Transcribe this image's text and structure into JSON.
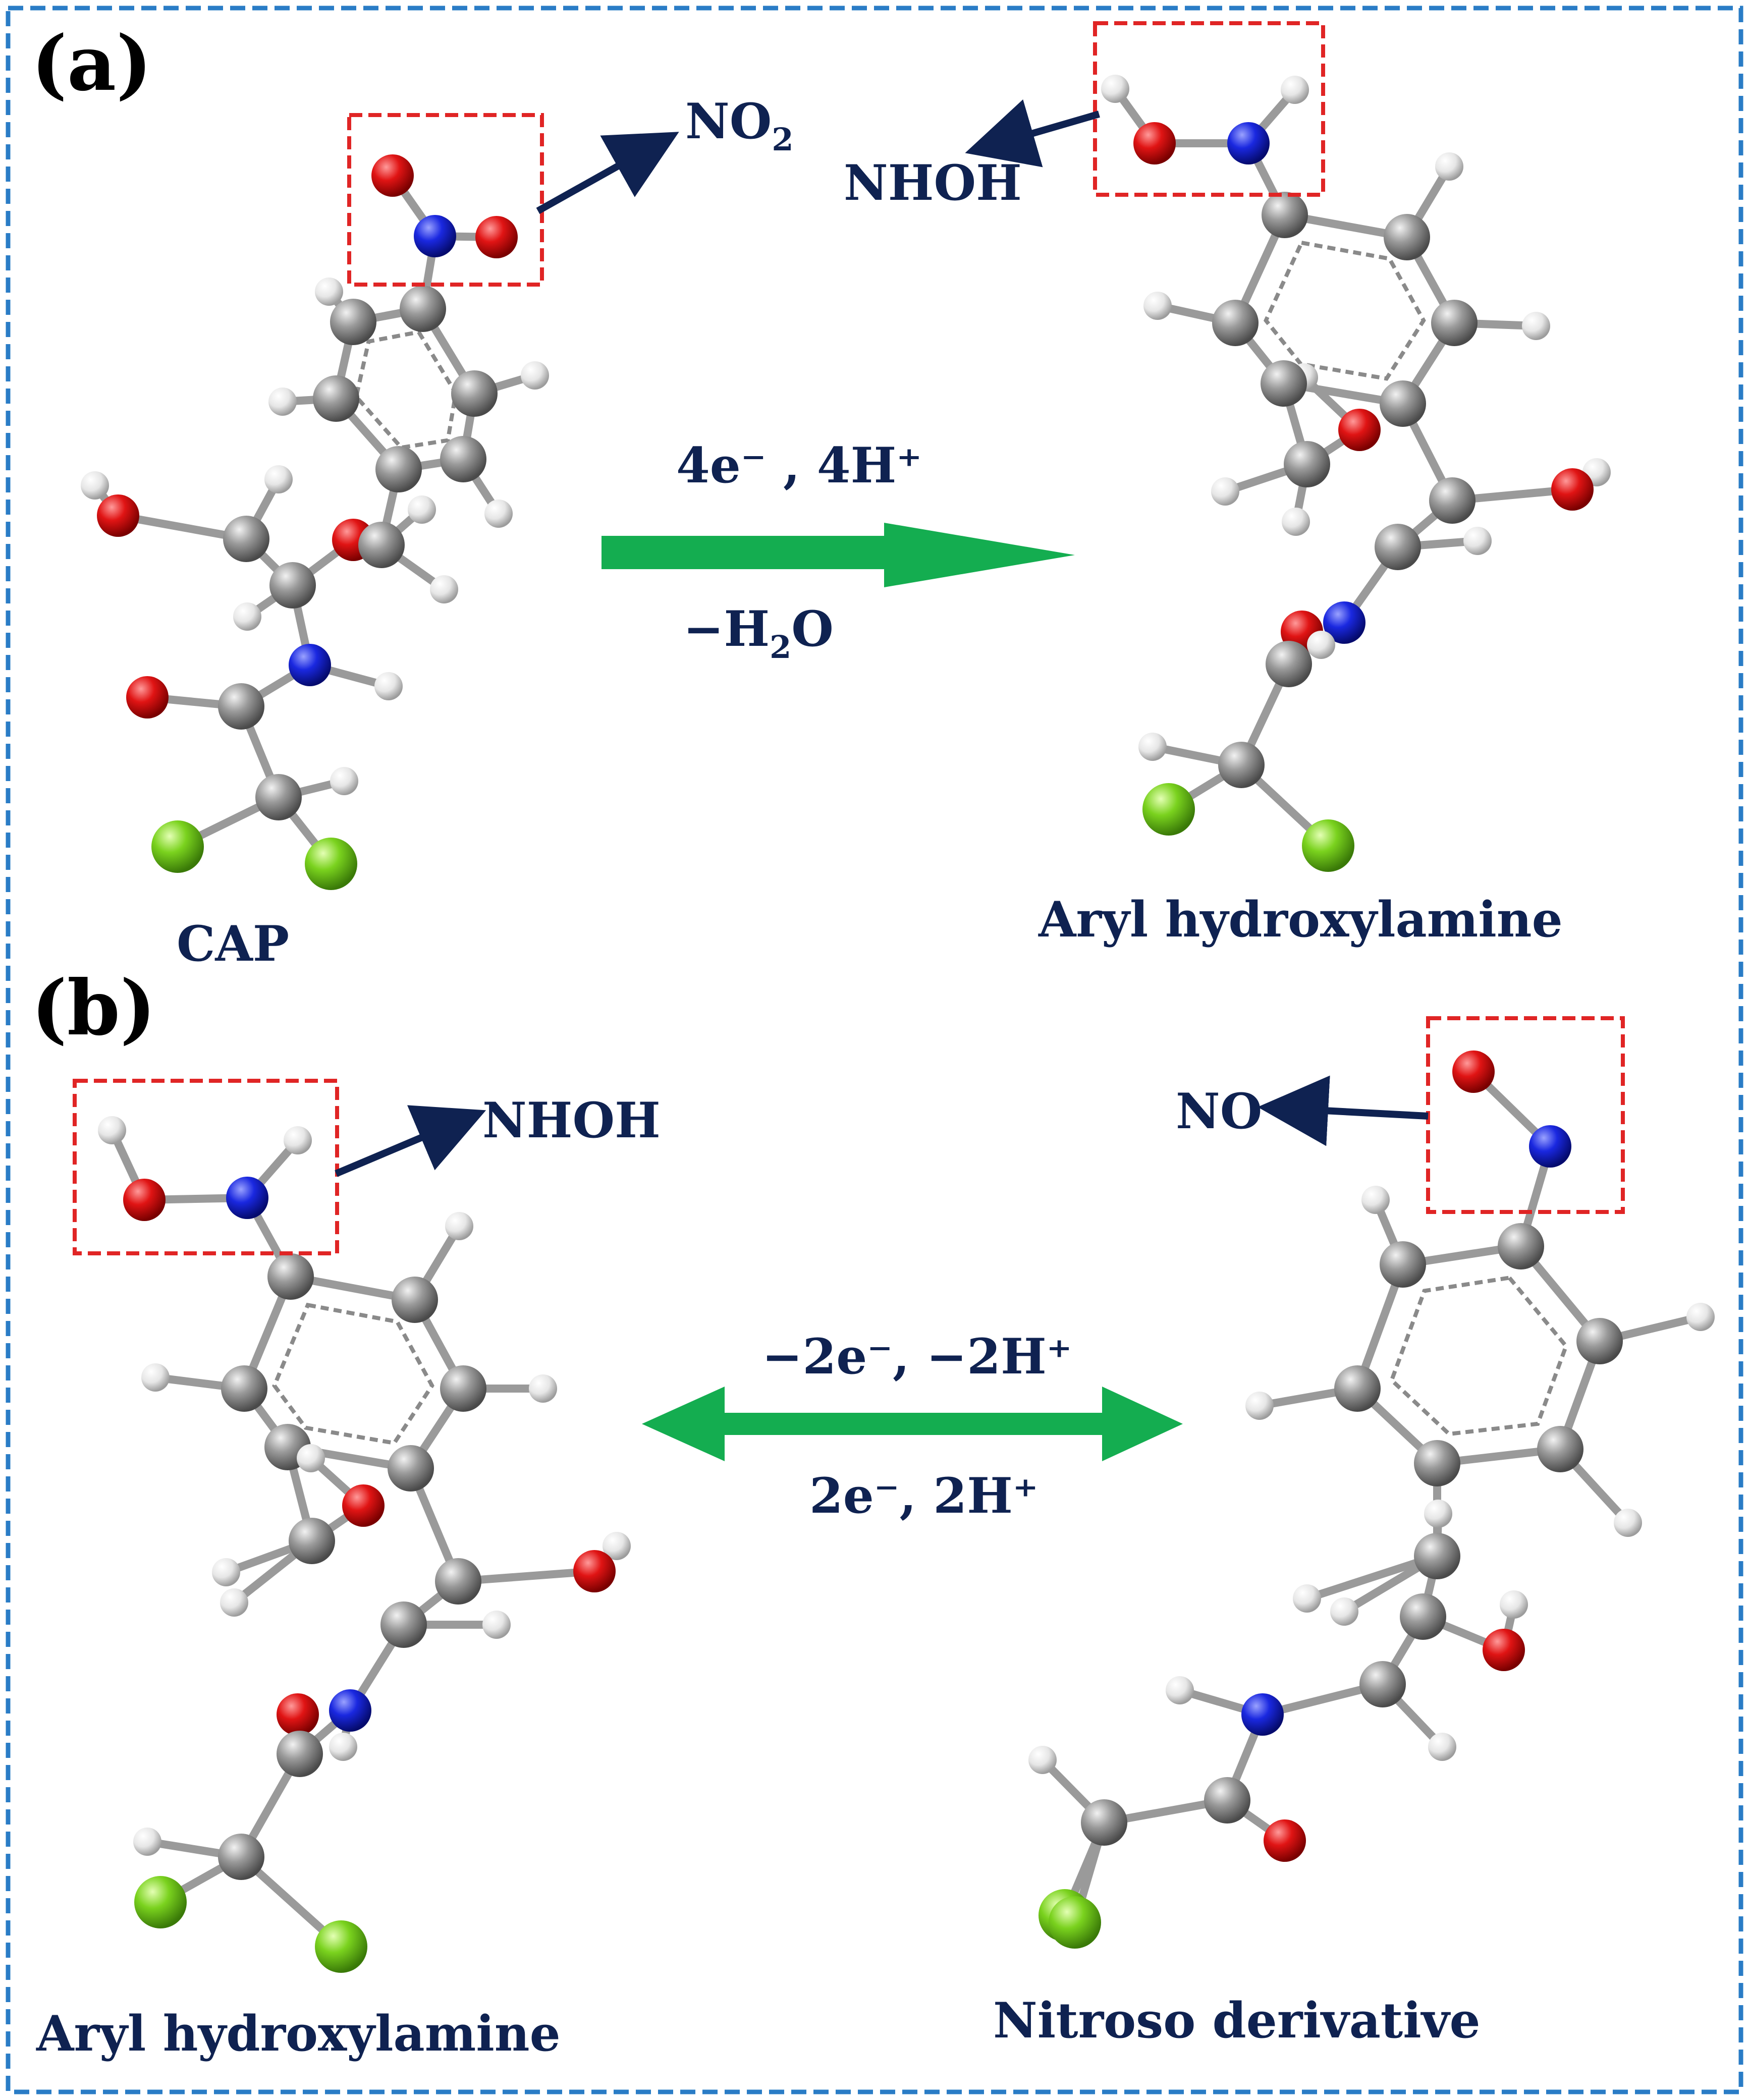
{
  "colors": {
    "frame": "#2a7cc6",
    "text": "#0f2251",
    "dark_arrow": "#0f2251",
    "green_arrow": "#14ad50",
    "highlight_box": "#e02525",
    "carbon": "#8c8c8c",
    "hydrogen": "#eeeeee",
    "oxygen": "#d81818",
    "nitrogen": "#1624d6",
    "chlorine": "#76cc1e",
    "bond": "#9a9a9a"
  },
  "panel_a": {
    "letter": "(a)",
    "reactant_label": "CAP",
    "product_label": "Aryl hydroxylamine",
    "group_left": "NO",
    "group_left_sub": "2",
    "group_right": "NHOH",
    "condition_top": "4e⁻ , 4H⁺",
    "condition_bottom_pre": "−H",
    "condition_bottom_sub": "2",
    "condition_bottom_post": "O"
  },
  "panel_b": {
    "letter": "(b)",
    "left_label": "Aryl hydroxylamine",
    "right_label": "Nitroso derivative",
    "group_left": "NHOH",
    "group_right": "NO",
    "condition_top": "−2e⁻, −2H⁺",
    "condition_bottom": "2e⁻, 2H⁺"
  }
}
